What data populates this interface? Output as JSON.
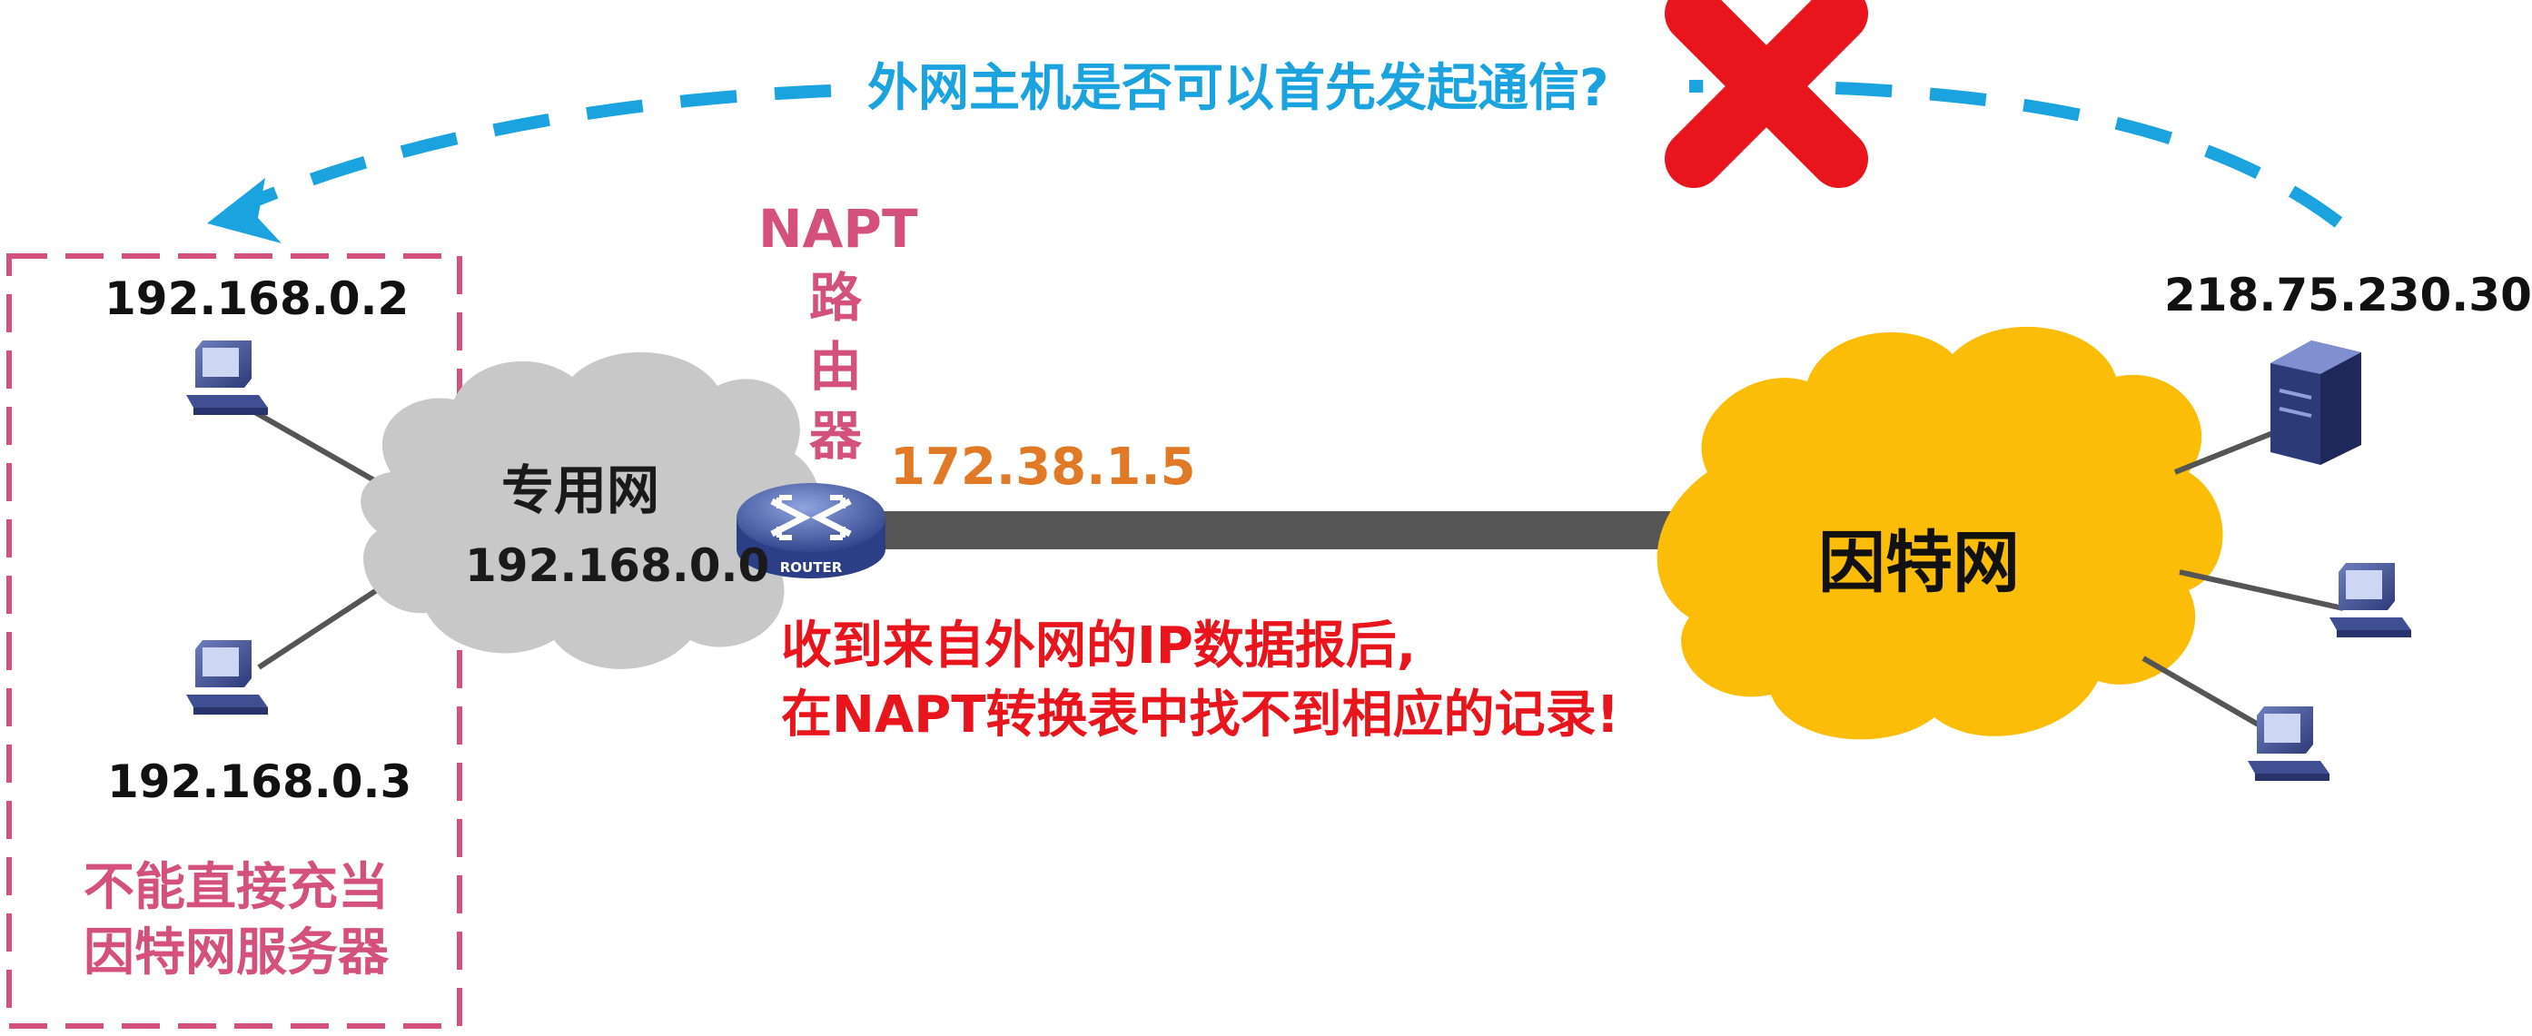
{
  "question": "外网主机是否可以首先发起通信?",
  "private_hosts": [
    {
      "ip": "192.168.0.2"
    },
    {
      "ip": "192.168.0.3"
    }
  ],
  "private_network": {
    "title": "专用网",
    "address": "192.168.0.0"
  },
  "router": {
    "label_lines": [
      "NAPT",
      "路",
      "由",
      "器"
    ],
    "icon_text": "ROUTER",
    "ip": "172.38.1.5"
  },
  "internet": {
    "label": "因特网"
  },
  "server": {
    "ip": "218.75.230.30"
  },
  "warning_lines": [
    "收到来自外网的IP数据报后,",
    "在NAPT转换表中找不到相应的记录!"
  ],
  "note_lines": [
    "不能直接充当",
    "因特网服务器"
  ],
  "colors": {
    "arrow": "#1aa3df",
    "cross": "#e8161c",
    "router_label": "#d4507d",
    "router_ip": "#e07a26",
    "warning": "#e8161c",
    "private_cloud": "#c8c8c8",
    "internet_cloud": "#fbbd08",
    "link": "#555555",
    "dashed_box": "#d4507d",
    "host": "#3f4f92"
  }
}
